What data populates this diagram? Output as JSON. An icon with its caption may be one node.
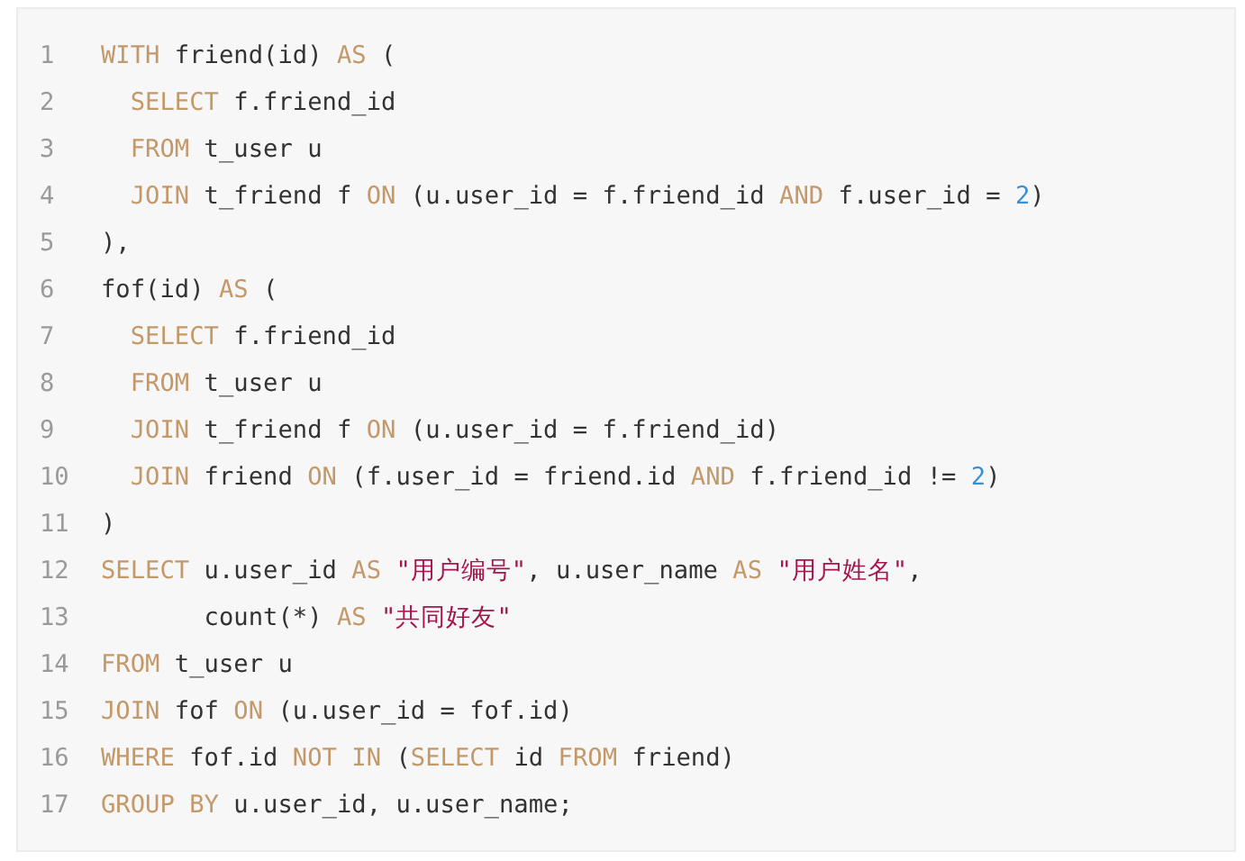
{
  "diagram": {
    "labels": [
      "1",
      "WITH friend(id) AS (",
      "2",
      "  SELECT f.friend_id",
      "3",
      "  FROM t_user u",
      "4",
      "  JOIN t_friend f ON (u.user_id = f.friend_id AND f.user_id = 2)",
      "5",
      "),",
      "6",
      "fof(id) AS (",
      "7",
      "  SELECT f.friend_id",
      "8",
      "  FROM t_user u",
      "9",
      "  JOIN t_friend f ON (u.user_id = f.friend_id)",
      "10",
      "  JOIN friend ON (f.user_id = friend.id AND f.friend_id != 2)",
      "11",
      ")",
      "12",
      "SELECT u.user_id AS \"用户编号\", u.user_name AS \"用户姓名\",",
      "13",
      "       count(*) AS \"共同好友\"",
      "14",
      "FROM t_user u",
      "15",
      "JOIN fof ON (u.user_id = fof.id)",
      "16",
      "WHERE fof.id NOT IN (SELECT id FROM friend)",
      "17",
      "GROUP BY u.user_id, u.user_name;"
    ]
  }
}
